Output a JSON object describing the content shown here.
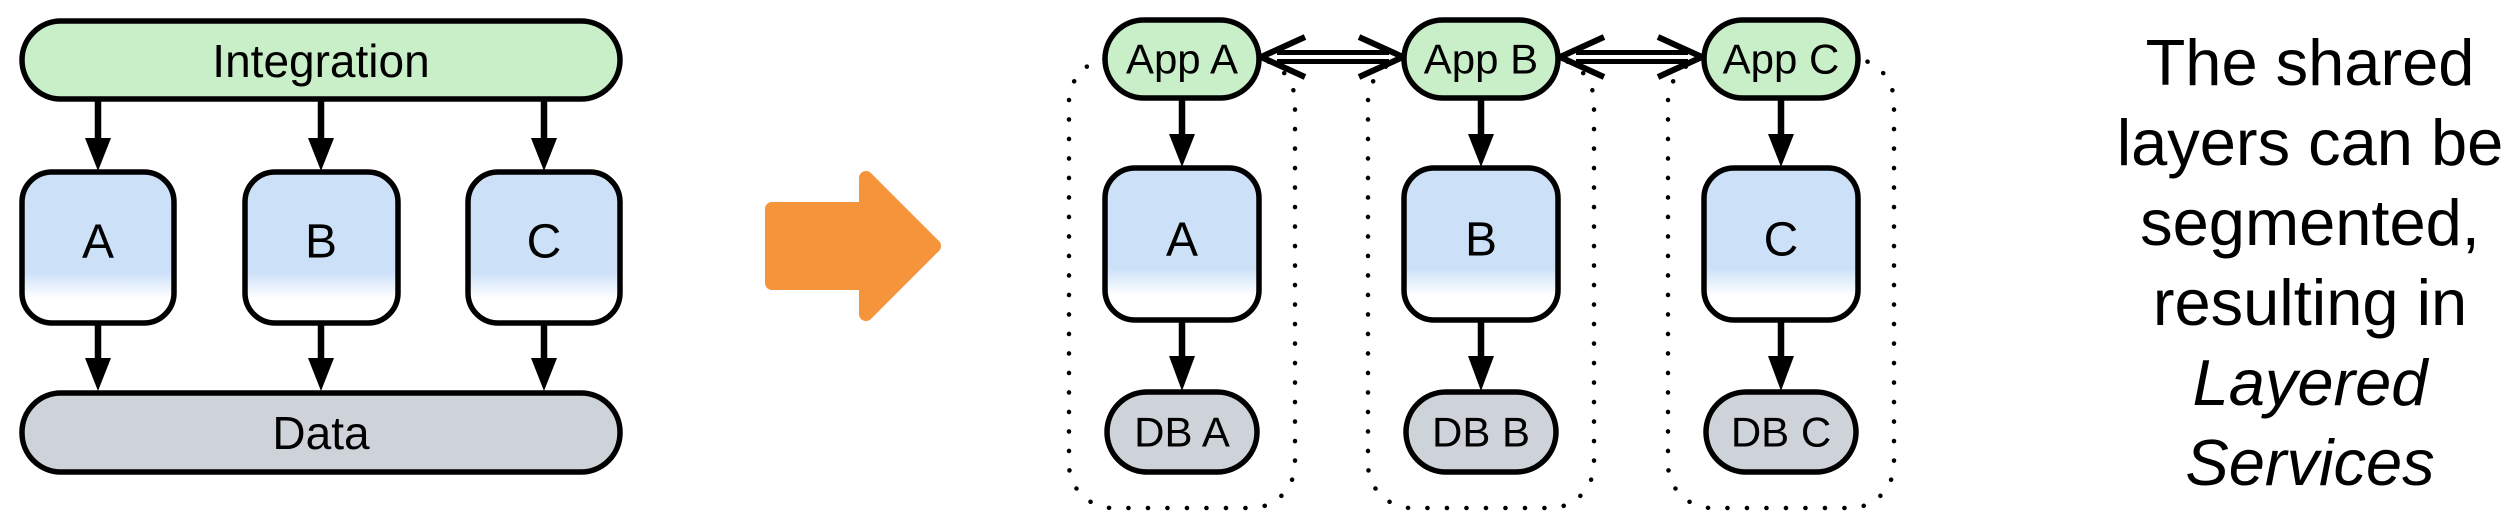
{
  "colors": {
    "layer_green": "#C8EFC8",
    "component_blue": "#CCE0F8",
    "data_gray": "#CED3DA",
    "transform_orange": "#F5943A",
    "stroke_black": "#000000"
  },
  "left_diagram": {
    "top_layer": "Integration",
    "components": [
      "A",
      "B",
      "C"
    ],
    "bottom_layer": "Data"
  },
  "right_diagram": {
    "columns": [
      {
        "app": "App A",
        "component": "A",
        "db": "DB A"
      },
      {
        "app": "App B",
        "component": "B",
        "db": "DB B"
      },
      {
        "app": "App C",
        "component": "C",
        "db": "DB C"
      }
    ]
  },
  "caption": {
    "lines": [
      "The shared",
      "layers can be",
      "segmented,",
      "resulting in",
      "Layered",
      "Services"
    ]
  }
}
